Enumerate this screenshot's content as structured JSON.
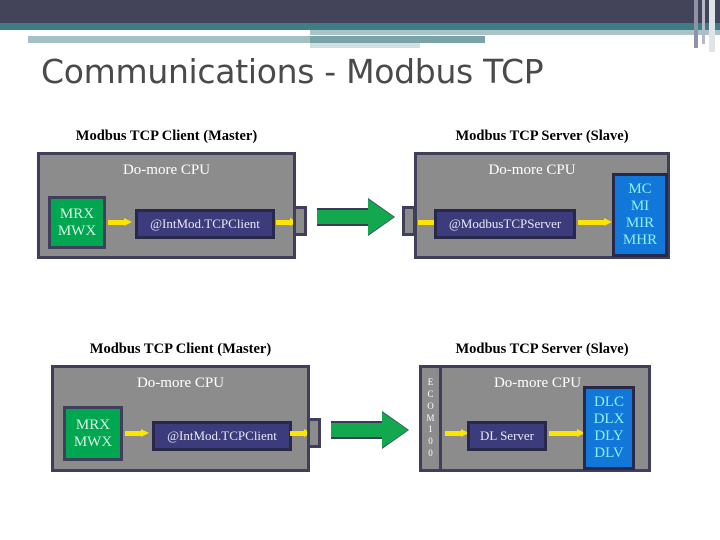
{
  "slide": {
    "title": "Communications - Modbus TCP",
    "theme": {
      "header_dark": "#434359",
      "header_teal": "#3e7d84",
      "header_pale": "#a3c0c3",
      "title_color": "#4a4a4a",
      "cpu_fill": "#8c8c8c",
      "cpu_border": "#3f3f5b",
      "green_fill": "#00a650",
      "blue_fill": "#3c3c7d",
      "cyan_fill": "#1177d8",
      "cyan_text": "#8ff0ef",
      "yellow_arrow": "#ffe400",
      "green_arrow": "#13a84f"
    }
  },
  "diagrams": [
    {
      "id": "top-client",
      "label": "Modbus TCP Client (Master)",
      "cpu_title": "Do-more CPU",
      "instruction_box": {
        "lines": [
          "MRX",
          "MWX"
        ]
      },
      "protocol_box": {
        "label": "@IntMod.TCPClient"
      }
    },
    {
      "id": "top-server",
      "label": "Modbus TCP Server (Slave)",
      "cpu_title": "Do-more CPU",
      "protocol_box": {
        "label": "@ModbusTCPServer"
      },
      "memory_box": {
        "lines": [
          "MC",
          "MI",
          "MIR",
          "MHR"
        ]
      }
    },
    {
      "id": "bottom-client",
      "label": "Modbus TCP Client (Master)",
      "cpu_title": "Do-more CPU",
      "instruction_box": {
        "lines": [
          "MRX",
          "MWX"
        ]
      },
      "protocol_box": {
        "label": "@IntMod.TCPClient"
      }
    },
    {
      "id": "bottom-server",
      "label": "Modbus TCP Server (Slave)",
      "cpu_title": "Do-more CPU",
      "module_strip": {
        "lines": [
          "E",
          "C",
          "O",
          "M",
          "1",
          "0",
          "0"
        ],
        "name": "ECOM100"
      },
      "protocol_box": {
        "label": "DL Server"
      },
      "memory_box": {
        "lines": [
          "DLC",
          "DLX",
          "DLY",
          "DLV"
        ]
      }
    }
  ]
}
